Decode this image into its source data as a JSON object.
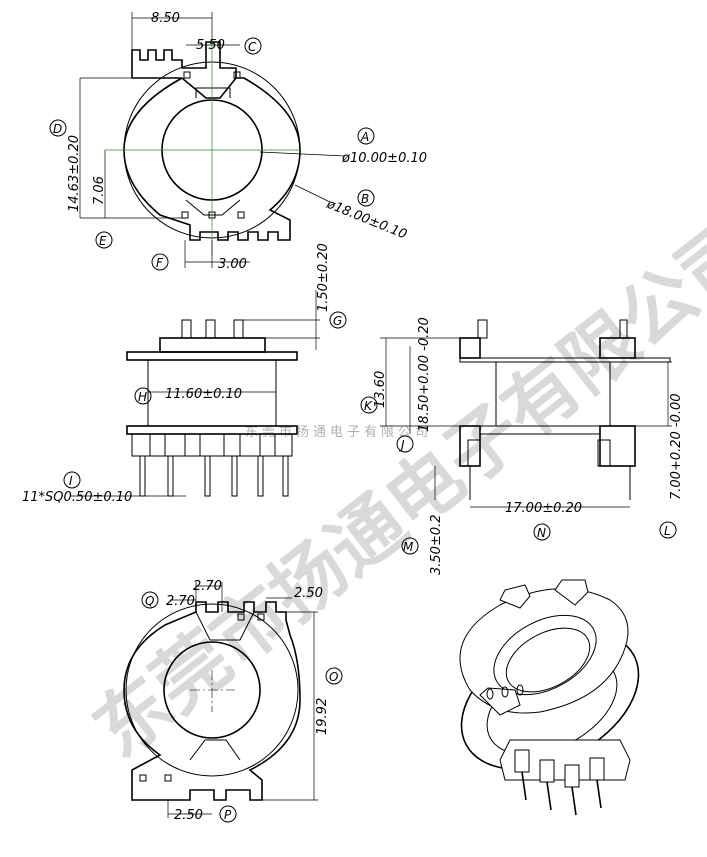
{
  "dimensions": {
    "top_width": "8.50",
    "slot_width": "5.50",
    "bore_dia": "ø10.00±0.10",
    "outer_dia": "ø18.00±0.10",
    "height_total": "14.63±0.20",
    "height_half": "7.06",
    "pin_pitch_top": "3.00",
    "pin_protrude": "1.50±0.20",
    "body_width": "11.60±0.10",
    "pin_count_size": "11*SQ0.50±0.10",
    "side_height": "13.60",
    "side_inner": "18.50+0.00 -0.20",
    "pin_length": "3.50±0.2",
    "side_length": "17.00±0.20",
    "side_right": "7.00+0.20 -0.00",
    "bottom_spacing_a": "2.70",
    "bottom_spacing_b": "2.70",
    "bottom_spacing_c": "2.50",
    "bottom_height": "19.92",
    "bottom_pitch": "2.50"
  },
  "labels": {
    "A": "A",
    "B": "B",
    "C": "C",
    "D": "D",
    "E": "E",
    "F": "F",
    "G": "G",
    "H": "H",
    "I": "I",
    "J": "J",
    "K": "K",
    "L": "L",
    "M": "M",
    "N": "N",
    "O": "O",
    "P": "P",
    "Q": "Q"
  },
  "watermark": {
    "large": "东莞市扬通电子有限公司",
    "small": "东莞市扬通电子有限公司"
  }
}
